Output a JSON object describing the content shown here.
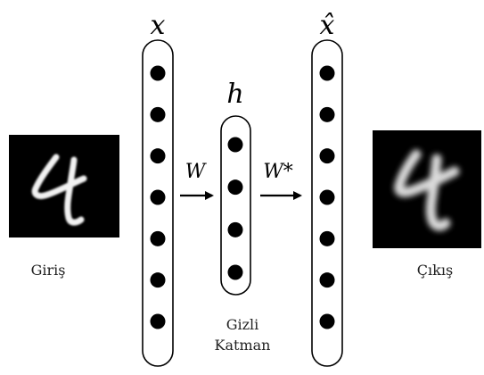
{
  "layers": {
    "input": {
      "symbol": "x",
      "nodes": 7
    },
    "hidden": {
      "symbol": "h",
      "nodes": 4
    },
    "output": {
      "symbol": "x̂",
      "nodes": 7
    }
  },
  "weights": {
    "encoder": "W",
    "decoder": "W*"
  },
  "labels": {
    "input_image": "Giriş",
    "output_image": "Çıkış",
    "hidden_line1": "Gizli",
    "hidden_line2": "Katman"
  },
  "images": {
    "input_digit": "4",
    "output_digit": "4"
  },
  "colors": {
    "node": "#000000",
    "outline": "#000000",
    "image_background": "#000000",
    "digit": "#ffffff"
  }
}
